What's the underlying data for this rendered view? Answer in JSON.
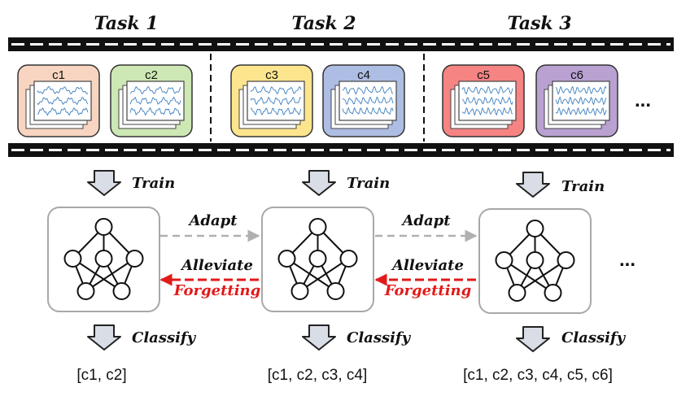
{
  "tasks": [
    {
      "title": "Task 1",
      "result": "[c1, c2]"
    },
    {
      "title": "Task 2",
      "result": "[c1, c2, c3, c4]"
    },
    {
      "title": "Task 3",
      "result": "[c1, c2, c3, c4, c5, c6]"
    }
  ],
  "classes": [
    {
      "label": "c1",
      "color": "#f8d5c0"
    },
    {
      "label": "c2",
      "color": "#cde8b4"
    },
    {
      "label": "c3",
      "color": "#fde58e"
    },
    {
      "label": "c4",
      "color": "#aebde3"
    },
    {
      "label": "c5",
      "color": "#f58483"
    },
    {
      "label": "c6",
      "color": "#b9a1d2"
    }
  ],
  "labels": {
    "train": "Train",
    "classify": "Classify",
    "adapt": "Adapt",
    "alleviate": "Alleviate",
    "forgetting": "Forgetting",
    "ellipsis": "..."
  },
  "colors": {
    "forgetting_arrow": "#e21a1a",
    "adapt_arrow": "#b0b0b0",
    "block_arrow_fill": "#d9dde6",
    "signal_line": "#3d7fbf"
  }
}
